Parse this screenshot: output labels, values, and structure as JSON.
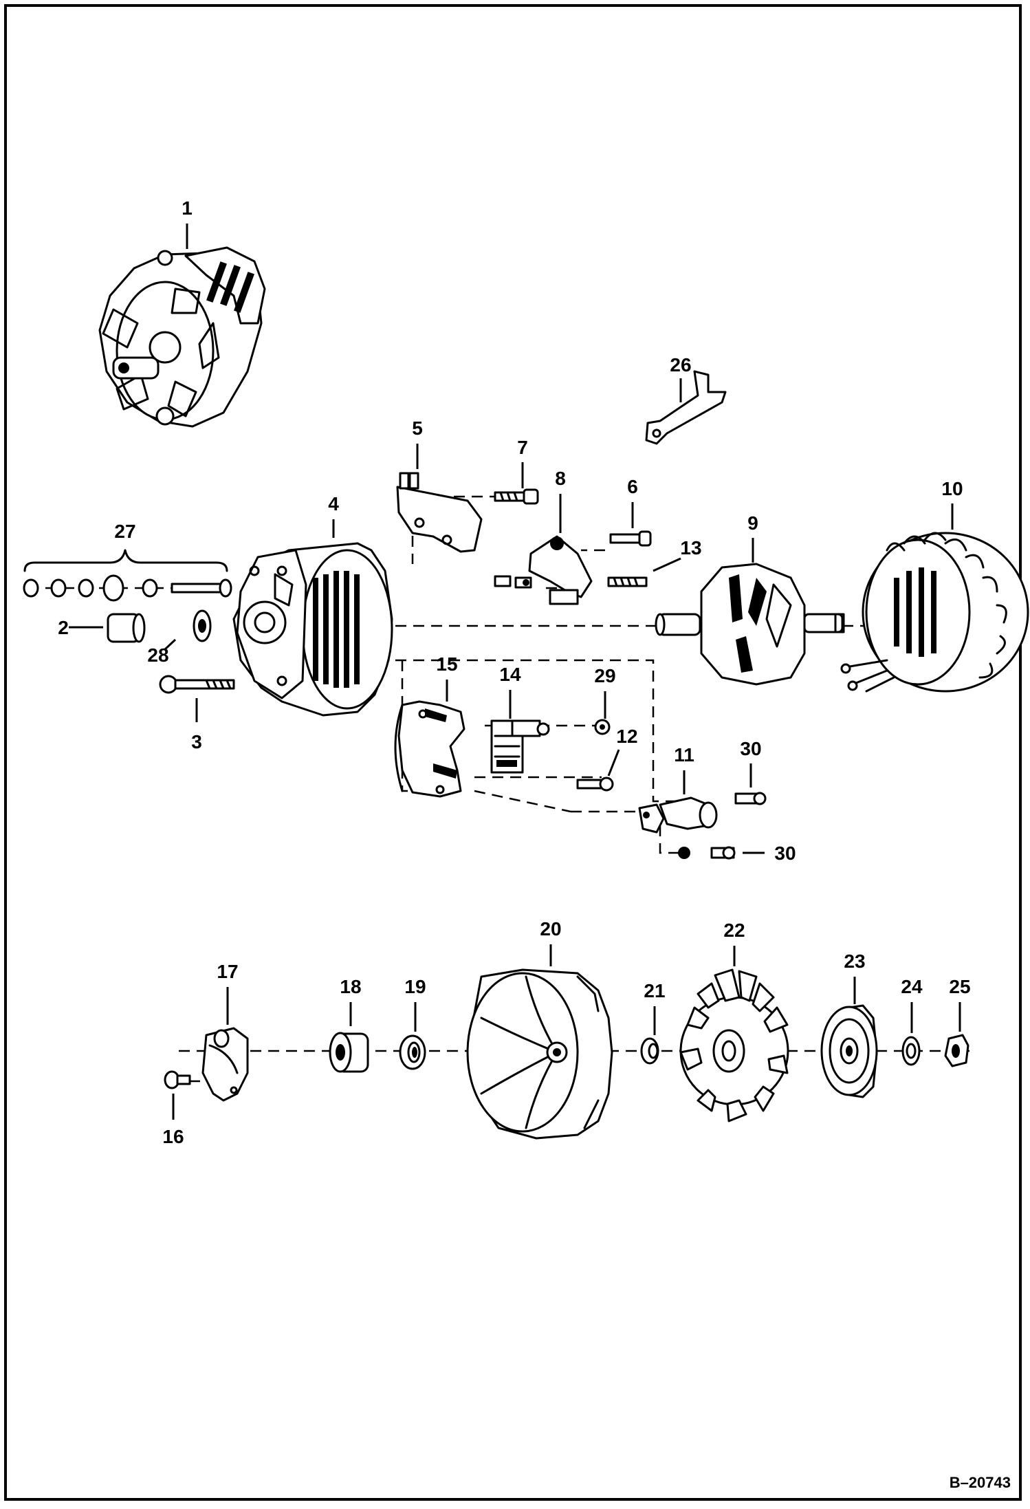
{
  "diagram": {
    "reference": "B–20743",
    "callouts": [
      "1",
      "2",
      "3",
      "4",
      "5",
      "6",
      "7",
      "8",
      "9",
      "10",
      "11",
      "12",
      "13",
      "14",
      "15",
      "16",
      "17",
      "18",
      "19",
      "20",
      "21",
      "22",
      "23",
      "24",
      "25",
      "26",
      "27",
      "28",
      "29",
      "30",
      "30"
    ]
  }
}
